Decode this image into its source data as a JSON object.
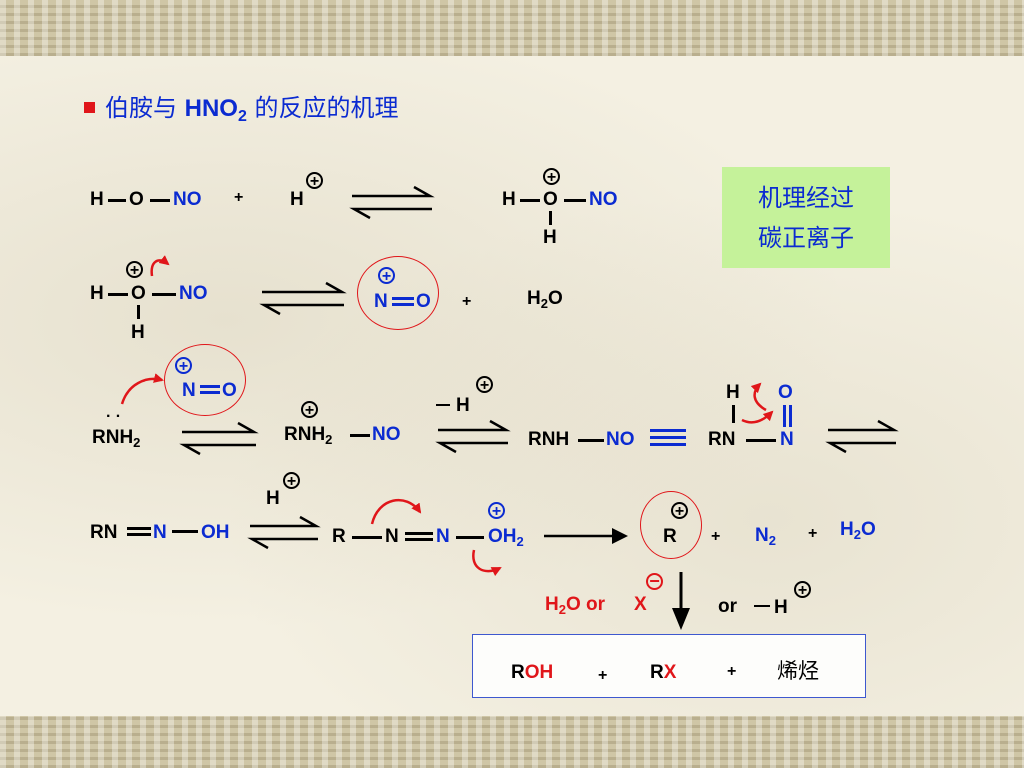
{
  "title": {
    "prefix": "伯胺与 ",
    "hno": "HNO",
    "hno_sub": "2",
    "suffix": " 的反应的机理"
  },
  "note": {
    "line1": "机理经过",
    "line2": "碳正离子"
  },
  "labels": {
    "H": "H",
    "O": "O",
    "N": "N",
    "NO": "NO",
    "plus": "+",
    "charge_plus": "+",
    "charge_minus": "−",
    "H2O_main": "H",
    "H2O_sub": "2",
    "H2O_o": "O",
    "RNH2_main": "RNH",
    "RNH2_sub": "2",
    "RNH": "RNH",
    "RN": "RN",
    "R": "R",
    "OH": "OH",
    "OH2_main": "OH",
    "OH2_sub": "2",
    "N2_main": "N",
    "N2_sub": "2",
    "dots": "· ·",
    "minus_H": "H",
    "h2o_or_main": "H",
    "h2o_or_sub": "2",
    "h2o_or_rest": "O or",
    "X": "X",
    "or": "or"
  },
  "products": {
    "roh_r": "R",
    "roh_oh": "OH",
    "rx_r": "R",
    "rx_x": "X",
    "alkene": "烯烃"
  }
}
